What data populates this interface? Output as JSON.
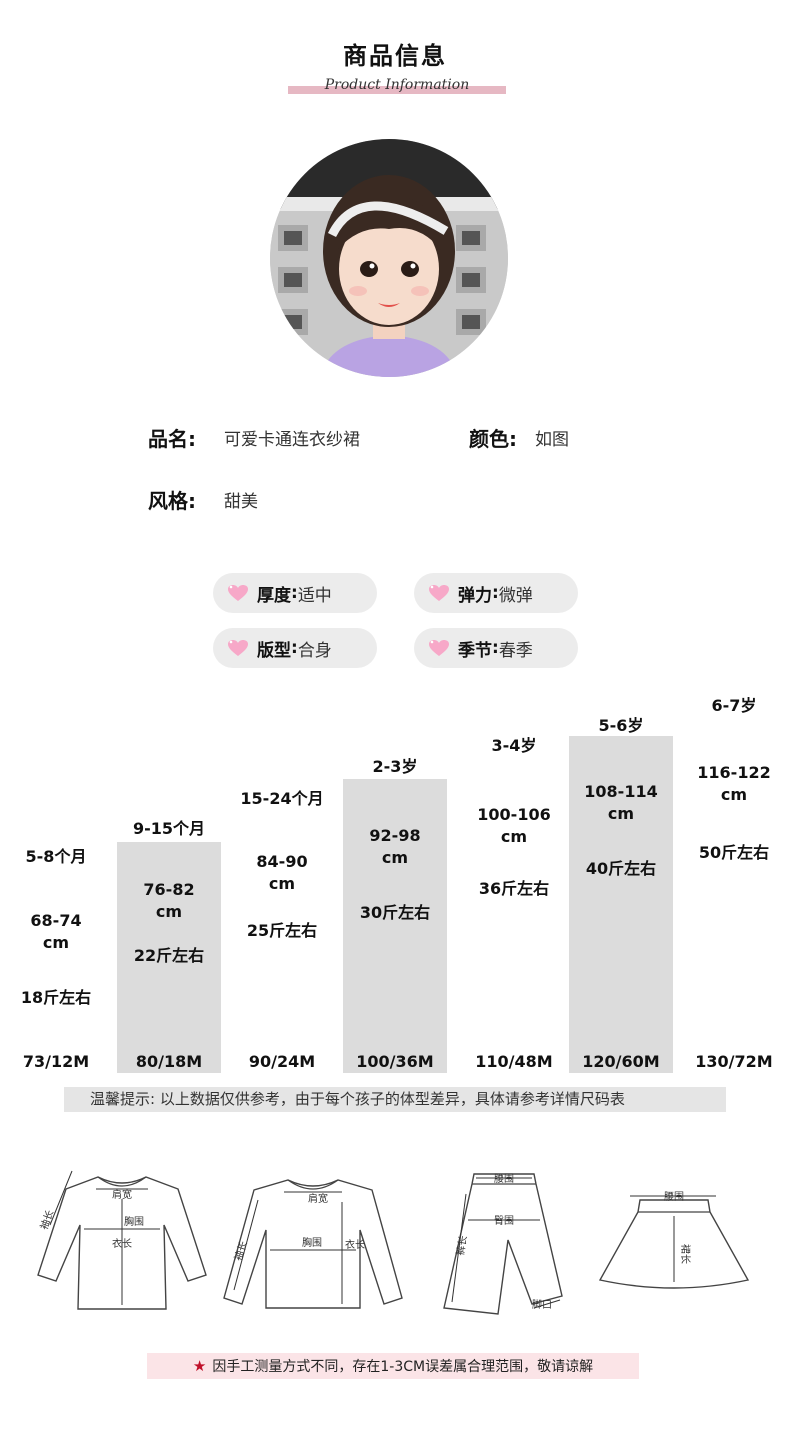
{
  "header": {
    "title": "商品信息",
    "subtitle": "Product Information"
  },
  "info": {
    "name_label": "品名:",
    "name_value": "可爱卡通连衣纱裙",
    "color_label": "颜色:",
    "color_value": "如图",
    "style_label": "风格:",
    "style_value": "甜美"
  },
  "pills": [
    {
      "label": "厚度",
      "value": "适中"
    },
    {
      "label": "弹力",
      "value": "微弹"
    },
    {
      "label": "版型",
      "value": "合身"
    },
    {
      "label": "季节",
      "value": "春季"
    }
  ],
  "pill_colon": ":",
  "size_chart": [
    {
      "age": "5-8个月",
      "height": "68-74",
      "unit": "cm",
      "weight": "18斤左右",
      "size": "73/12M",
      "shaded": false
    },
    {
      "age": "9-15个月",
      "height": "76-82",
      "unit": "cm",
      "weight": "22斤左右",
      "size": "80/18M",
      "shaded": true
    },
    {
      "age": "15-24个月",
      "height": "84-90",
      "unit": "cm",
      "weight": "25斤左右",
      "size": "90/24M",
      "shaded": false
    },
    {
      "age": "2-3岁",
      "height": "92-98",
      "unit": "cm",
      "weight": "30斤左右",
      "size": "100/36M",
      "shaded": true
    },
    {
      "age": "3-4岁",
      "height": "100-106",
      "unit": "cm",
      "weight": "36斤左右",
      "size": "110/48M",
      "shaded": false
    },
    {
      "age": "5-6岁",
      "height": "108-114",
      "unit": "cm",
      "weight": "40斤左右",
      "size": "120/60M",
      "shaded": true
    },
    {
      "age": "6-7岁",
      "height": "116-122",
      "unit": "cm",
      "weight": "50斤左右",
      "size": "130/72M",
      "shaded": false
    }
  ],
  "notice": "温馨提示:  以上数据仅供参考，由于每个孩子的体型差异，具体请参考详情尺码表",
  "diagrams": {
    "shoulder": "肩宽",
    "chest": "胸围",
    "body_length": "衣长",
    "sleeve": "袖长",
    "waist": "腰围",
    "hip": "臀围",
    "pants_length": "裤长",
    "leg_opening": "脚口",
    "skirt_length": "裙长"
  },
  "footer": "因手工测量方式不同，存在1-3CM误差属合理范围，敬请谅解",
  "colors": {
    "accent_pink": "#e6b8c3",
    "heart_pink": "#f7a8c8",
    "column_gray": "#dcdcdc",
    "pill_gray": "#ececec",
    "notice_gray": "#e5e5e5",
    "footer_pink": "#fbe4e7",
    "star_red": "#c0102a"
  },
  "icons": {
    "pill_icon": "heart-icon",
    "footer_icon": "star-icon"
  }
}
